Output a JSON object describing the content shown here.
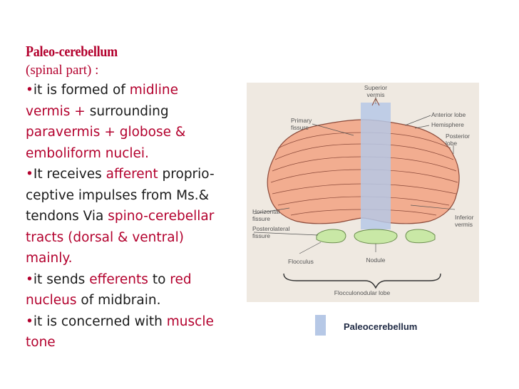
{
  "slide": {
    "title": "Paleo-cerebellum",
    "subtitle": "(spinal part) :",
    "lines": [
      [
        {
          "t": "•",
          "c": "bullet"
        },
        {
          "t": "it is formed of  "
        },
        {
          "t": "midline",
          "c": "hl"
        }
      ],
      [
        {
          "t": "vermis + ",
          "c": "hl"
        },
        {
          "t": "surrounding"
        }
      ],
      [
        {
          "t": "paravermis + globose &",
          "c": "hl"
        }
      ],
      [
        {
          "t": "emboliform nuclei.",
          "c": "hl"
        }
      ],
      [
        {
          "t": "•",
          "c": "bullet"
        },
        {
          "t": "It receives "
        },
        {
          "t": "afferent",
          "c": "hl"
        },
        {
          "t": " proprio-"
        }
      ],
      [
        {
          "t": "ceptive impulses from Ms.&"
        }
      ],
      [
        {
          "t": "tendons Via "
        },
        {
          "t": "spino-cerebellar",
          "c": "hl"
        }
      ],
      [
        {
          "t": "tracts (dorsal & ventral)",
          "c": "hl"
        }
      ],
      [
        {
          "t": "mainly.",
          "c": "hl"
        }
      ],
      [
        {
          "t": "•",
          "c": "bullet"
        },
        {
          "t": "it sends "
        },
        {
          "t": "efferents",
          "c": "hl"
        },
        {
          "t": " to "
        },
        {
          "t": "red",
          "c": "hl"
        }
      ],
      [
        {
          "t": "nucleus",
          "c": "hl"
        },
        {
          "t": " of midbrain."
        }
      ],
      [
        {
          "t": "•",
          "c": "bullet"
        },
        {
          "t": "it is concerned with "
        },
        {
          "t": "muscle",
          "c": "hl"
        }
      ],
      [
        {
          "t": "tone",
          "c": "hl"
        }
      ]
    ]
  },
  "figure": {
    "labels": {
      "superior_vermis": [
        "Superior",
        "vermis"
      ],
      "primary_fissure": [
        "Primary",
        "fissure"
      ],
      "anterior_lobe": "Anterior lobe",
      "hemisphere": "Hemisphere",
      "posterior_lobe": [
        "Posterior",
        "lobe"
      ],
      "horizontal_fissure": [
        "Horizontal",
        "fissure"
      ],
      "posterolateral_fissure": [
        "Posterolateral",
        "fissure"
      ],
      "inferior_vermis": [
        "Inferior",
        "vermis"
      ],
      "flocculus": "Flocculus",
      "nodule": "Nodule",
      "flocculonodular_lobe": "Flocculonodular lobe"
    }
  },
  "legend": {
    "label": "Paleocerebellum"
  },
  "colors": {
    "accent": "#b3002d",
    "cerebellum": "#f2ad90",
    "vermis": "#b6c8e6",
    "flocculonodular": "#c9e8a6"
  }
}
